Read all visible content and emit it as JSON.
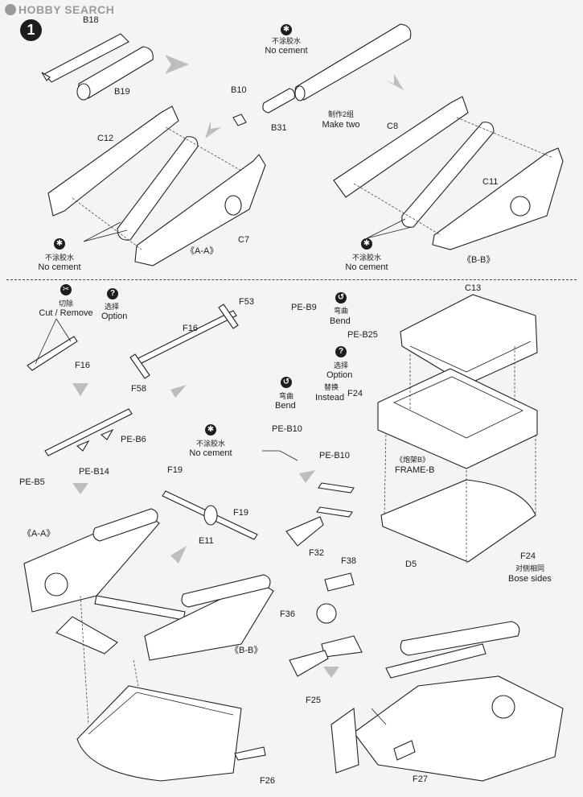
{
  "watermark": "HOBBY SEARCH",
  "step": {
    "number": "1"
  },
  "notes": {
    "no_cement_cn": "不涂胶水",
    "no_cement_en": "No cement",
    "make_two_cn": "制作2组",
    "make_two_en": "Make two",
    "cut_cn": "切除",
    "cut_en": "Cut / Remove",
    "option_cn": "选择",
    "option_en": "Option",
    "bend_cn": "弯曲",
    "bend_en": "Bend",
    "instead_cn": "替换",
    "instead_en": "Instead",
    "frame_b_cn": "《炮架B》",
    "frame_b_en": "FRAME-B",
    "bose_sides_cn": "对侧相同",
    "bose_sides_en": "Bose sides"
  },
  "parts": {
    "b18": "B18",
    "b19": "B19",
    "b10": "B10",
    "b31": "B31",
    "c12": "C12",
    "c7": "C7",
    "c8": "C8",
    "c11": "C11",
    "aa": "《A-A》",
    "bb": "《B-B》",
    "f16": "F16",
    "f53": "F53",
    "f58": "F58",
    "pe_b9": "PE-B9",
    "pe_b25": "PE-B25",
    "f24": "F24",
    "c13": "C13",
    "pe_b6": "PE-B6",
    "pe_b14": "PE-B14",
    "pe_b5": "PE-B5",
    "f19": "F19",
    "e11": "E11",
    "pe_b10": "PE-B10",
    "f32": "F32",
    "d5": "D5",
    "f38": "F38",
    "f36": "F36",
    "f25": "F25",
    "f26": "F26",
    "f27": "F27"
  },
  "icons": [
    "no-cement-icon",
    "cut-icon",
    "option-icon",
    "bend-icon"
  ]
}
